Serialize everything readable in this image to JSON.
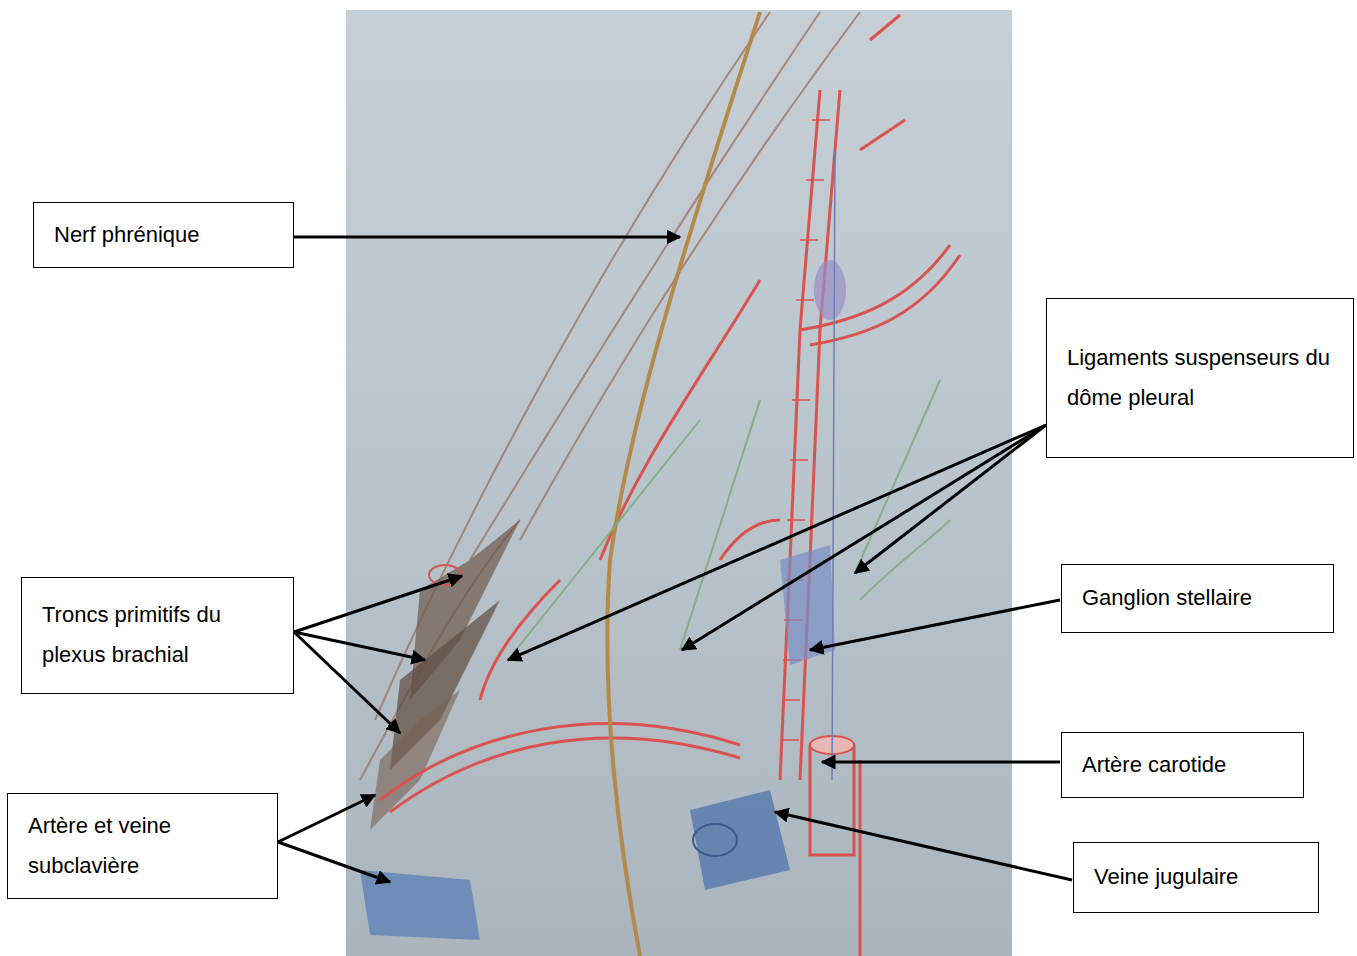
{
  "diagram": {
    "nodes": [
      {
        "text": [
          "Nerf phrénique"
        ]
      },
      {
        "text": [
          "Ligaments suspenseurs du dôme pleural"
        ]
      },
      {
        "text": [
          "Troncs primitifs du plexus brachial"
        ]
      },
      {
        "text": [
          "Ganglion stellaire"
        ]
      },
      {
        "text": [
          "Artère et veine subclavière"
        ]
      },
      {
        "text": [
          "Artère carotide"
        ]
      },
      {
        "text": [
          "Veine jugulaire"
        ]
      }
    ]
  }
}
